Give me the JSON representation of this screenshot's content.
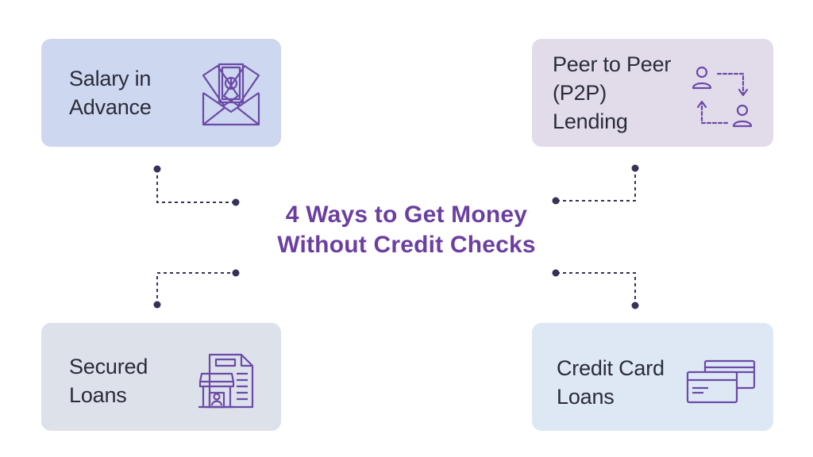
{
  "title": "4 Ways to Get Money\nWithout Credit Checks",
  "colors": {
    "accent": "#6b3fa0",
    "icon": "#6b4aa8",
    "connector": "#35325a",
    "card_salary": "#cdd7ef",
    "card_p2p": "#e2dcea",
    "card_secured": "#dde1ea",
    "card_credit": "#dde8f4"
  },
  "cards": [
    {
      "label": "Salary in\nAdvance",
      "icon": "money-envelope-icon"
    },
    {
      "label": "Peer to Peer\n(P2P)\nLending",
      "icon": "p2p-exchange-icon"
    },
    {
      "label": "Secured\nLoans",
      "icon": "shop-document-icon"
    },
    {
      "label": "Credit Card\nLoans",
      "icon": "credit-cards-icon"
    }
  ]
}
